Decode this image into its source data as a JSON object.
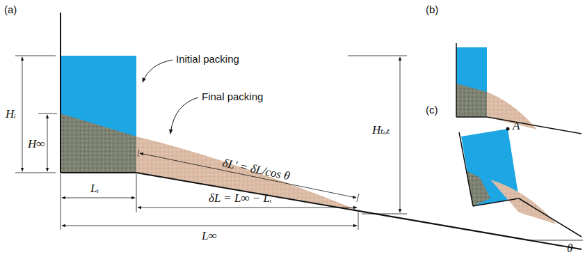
{
  "diagram": {
    "labels": [
      "(a)",
      "(b)",
      "(c)",
      "Initial packing",
      "Final packing",
      "Hᵢ",
      "H∞",
      "Lᵢ",
      "δL′ = δL/cos θ",
      "δL = L∞ − Lᵢ",
      "Hₜₒₜ",
      "θ",
      "L∞",
      "A"
    ]
  }
}
